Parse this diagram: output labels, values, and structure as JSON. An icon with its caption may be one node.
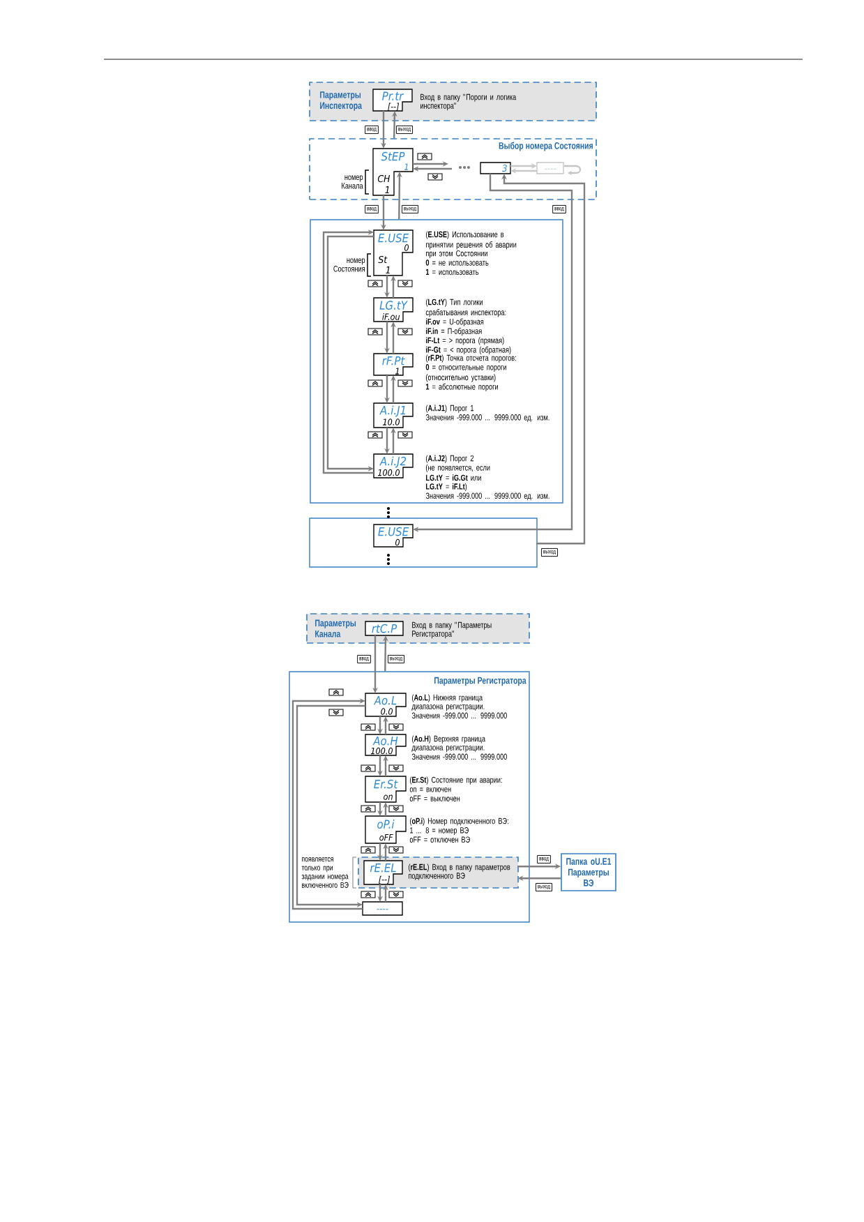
{
  "diagram": {
    "nodes": [
      {
        "text": [
          "Параметры Инспектора"
        ]
      },
      {
        "text": [
          "Pr.tr",
          "[--]"
        ],
        "in": 0,
        "beside": [
          "Вход в папку \"Пороги и логика инспектора\""
        ]
      },
      {
        "text": [
          "Выбор номера Состояния"
        ]
      },
      {
        "text": [
          "StEP",
          "1",
          "CH",
          "1"
        ],
        "in": 2
      },
      {
        "text": [
          "3"
        ],
        "in": 2
      },
      {
        "text": [
          "----"
        ],
        "in": 2
      },
      {
        "text": [],
        "shape": "box"
      },
      {
        "text": [
          "E.USE",
          "0",
          "St",
          "1"
        ],
        "in": 6,
        "beside": [
          "(**E.USE**) Использование в принятии решения об аварии при этом Состоянии",
          "**0** = не использовать",
          "**1** = использовать"
        ]
      },
      {
        "text": [
          "LG.tY",
          "iF.ou"
        ],
        "in": 6,
        "beside": [
          "(**LG.tY**) Тип логики срабатывания инспектора:",
          "**iF.ov** = U-образная",
          "**iF.in** = П-образная",
          "**iF-Lt** = > порога (прямая)",
          "**iF-Gt** = < порога (обратная)"
        ]
      },
      {
        "text": [
          "rF.Pt",
          "1"
        ],
        "in": 6,
        "beside": [
          "(**rF.Pt**) Точка отсчета порогов:",
          "**0** = относительные пороги (относительно уставки)",
          "**1** = абсолютные пороги"
        ]
      },
      {
        "text": [
          "A.i.J1",
          "10.0"
        ],
        "in": 6,
        "beside": [
          "(**A.i.J1**) Порог 1",
          "Значения -999.000 ... 9999.000 ед. изм."
        ]
      },
      {
        "text": [
          "A.i.J2",
          "100.0"
        ],
        "in": 6,
        "beside": [
          "(**A.i.J2**) Порог 2",
          "(не появляется, если **LG.tY** = **iG.Gt** или **LG.tY** = **iF.Lt**)",
          "Значения -999.000 ... 9999.000 ед. изм."
        ]
      },
      {
        "text": [],
        "shape": "box"
      },
      {
        "text": [
          "E.USE",
          "0"
        ],
        "in": 12
      },
      {
        "text": [
          "Параметры Канала"
        ]
      },
      {
        "text": [
          "rtC.P"
        ],
        "in": 14,
        "beside": [
          "Вход в папку \"Параметры Регистратора\""
        ]
      },
      {
        "text": [
          "Параметры Регистратора"
        ]
      },
      {
        "text": [
          "Ao.L",
          "0.0"
        ],
        "in": 16,
        "beside": [
          "(**Ao.L**) Нижняя граница диапазона регистрации.",
          "Значения -999.000 ... 9999.000"
        ]
      },
      {
        "text": [
          "Ao.H",
          "100.0"
        ],
        "in": 16,
        "beside": [
          "(**Ao.H**) Верхняя граница диапазона регистрации.",
          "Значения -999.000 ... 9999.000"
        ]
      },
      {
        "text": [
          "Er.St",
          "on"
        ],
        "in": 16,
        "beside": [
          "(**Er.St**) Состояние при аварии:",
          "on = включен",
          "oFF = выключен"
        ]
      },
      {
        "text": [
          "oP.i",
          "oFF"
        ],
        "in": 16,
        "beside": [
          "(**oP.i**) Номер подключенного ВЭ:",
          "1 ... 8 = номер ВЭ",
          "oFF = отключен ВЭ"
        ]
      },
      {
        "text": [],
        "shape": "box",
        "in": 16
      },
      {
        "text": [
          "rE.EL",
          "[--]"
        ],
        "in": 21,
        "beside": [
          "(**rE.EL**) Вход в папку параметров подключенного ВЭ"
        ]
      },
      {
        "text": [
          "----"
        ],
        "in": 16
      },
      {
        "text": [
          "Папка oU.E1 Параметры ВЭ"
        ]
      }
    ],
    "edges": [
      {
        "from": 1,
        "to": 3,
        "arrow": "to",
        "label": "ввод"
      },
      {
        "from": 2,
        "to": 1,
        "arrow": "to",
        "label": "выход"
      },
      {
        "from": 3,
        "to": null,
        "arrow": "to"
      },
      {
        "from": null,
        "to": 3,
        "arrow": "to"
      },
      {
        "from": 4,
        "to": 5,
        "arrow": "to",
        "color": "#c8c8c8"
      },
      {
        "from": 5,
        "to": 4,
        "arrow": "to",
        "color": "#c8c8c8"
      },
      {
        "from": 3,
        "to": 7,
        "arrow": "to",
        "label": "ввод"
      },
      {
        "from": 6,
        "to": 3,
        "arrow": "to",
        "label": "выход"
      },
      {
        "from": 4,
        "to": 13,
        "arrow": "to",
        "label": "ввод"
      },
      {
        "from": 12,
        "to": 4,
        "arrow": "to",
        "label": "выход"
      },
      {
        "from": 7,
        "to": 8,
        "arrow": "to"
      },
      {
        "from": 8,
        "to": 7,
        "arrow": "to"
      },
      {
        "from": 8,
        "to": 9,
        "arrow": "to"
      },
      {
        "from": 9,
        "to": 8,
        "arrow": "to"
      },
      {
        "from": 9,
        "to": 10,
        "arrow": "to"
      },
      {
        "from": 10,
        "to": 9,
        "arrow": "to"
      },
      {
        "from": 10,
        "to": 11,
        "arrow": "to"
      },
      {
        "from": 11,
        "to": 10,
        "arrow": "to"
      },
      {
        "from": 11,
        "to": 7,
        "arrow": "to"
      },
      {
        "from": 7,
        "to": 11,
        "arrow": "to"
      },
      {
        "from": 15,
        "to": 17,
        "arrow": "to",
        "label": "ввод"
      },
      {
        "from": 16,
        "to": 15,
        "arrow": "to",
        "label": "выход"
      },
      {
        "from": 17,
        "to": 18,
        "arrow": "to"
      },
      {
        "from": 18,
        "to": 17,
        "arrow": "to"
      },
      {
        "from": 18,
        "to": 19,
        "arrow": "to"
      },
      {
        "from": 19,
        "to": 18,
        "arrow": "to"
      },
      {
        "from": 19,
        "to": 20,
        "arrow": "to"
      },
      {
        "from": 20,
        "to": 19,
        "arrow": "to"
      },
      {
        "from": 20,
        "to": 22,
        "arrow": "to"
      },
      {
        "from": 22,
        "to": 20,
        "arrow": "to"
      },
      {
        "from": 22,
        "to": 23,
        "arrow": "to"
      },
      {
        "from": 23,
        "to": 22,
        "arrow": "to"
      },
      {
        "from": 23,
        "to": 17,
        "arrow": "to"
      },
      {
        "from": 17,
        "to": 23,
        "arrow": "to"
      },
      {
        "from": 21,
        "to": 24,
        "arrow": "to",
        "label": "ввод"
      },
      {
        "from": 24,
        "to": 21,
        "arrow": "to",
        "label": "выход"
      }
    ],
    "labels": [
      "номер Канала",
      "номер Состояния",
      "появляется только при задании номера включенного ВЭ"
    ]
  }
}
